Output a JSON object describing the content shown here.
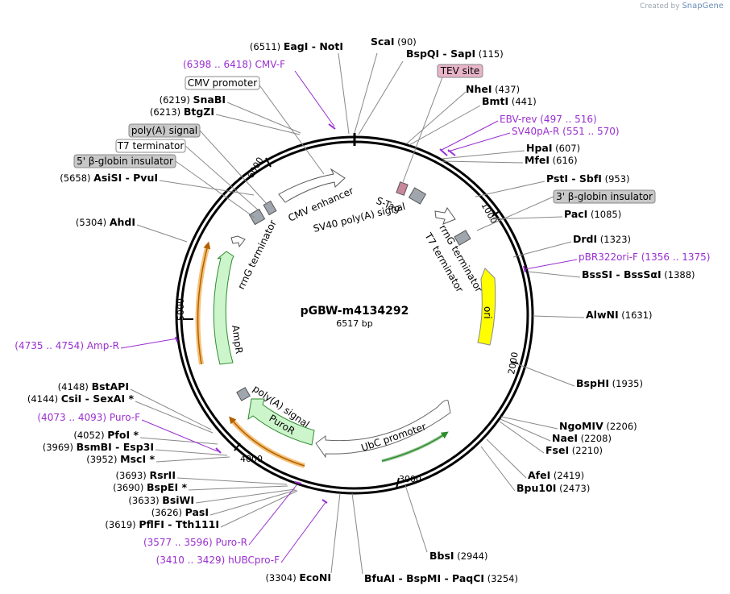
{
  "credit": {
    "prefix": "Created by",
    "brand": "SnapGene"
  },
  "plasmid": {
    "name": "pGBW-m4134292",
    "length_label": "6517 bp"
  },
  "ticks": [
    "1000",
    "2000",
    "3000",
    "4000",
    "5000",
    "6000"
  ],
  "sites_right": [
    {
      "pos": "(90)",
      "names": [
        "ScaI"
      ]
    },
    {
      "pos": "(115)",
      "names": [
        "BspQI",
        "SapI"
      ]
    },
    {
      "pos": "(437)",
      "names": [
        "NheI"
      ]
    },
    {
      "pos": "(441)",
      "names": [
        "BmtI"
      ]
    },
    {
      "pos": "(607)",
      "names": [
        "HpaI"
      ]
    },
    {
      "pos": "(616)",
      "names": [
        "MfeI"
      ]
    },
    {
      "pos": "(953)",
      "names": [
        "PstI",
        "SbfI"
      ]
    },
    {
      "pos": "(1085)",
      "names": [
        "PacI"
      ]
    },
    {
      "pos": "(1323)",
      "names": [
        "DrdI"
      ]
    },
    {
      "pos": "(1388)",
      "names": [
        "BssSI",
        "BssSαI"
      ]
    },
    {
      "pos": "(1631)",
      "names": [
        "AlwNI"
      ]
    },
    {
      "pos": "(1935)",
      "names": [
        "BspHI"
      ]
    },
    {
      "pos": "(2206)",
      "names": [
        "NgoMIV"
      ]
    },
    {
      "pos": "(2208)",
      "names": [
        "NaeI"
      ]
    },
    {
      "pos": "(2210)",
      "names": [
        "FseI"
      ]
    },
    {
      "pos": "(2419)",
      "names": [
        "AfeI"
      ]
    },
    {
      "pos": "(2473)",
      "names": [
        "Bpu10I"
      ]
    },
    {
      "pos": "(2944)",
      "names": [
        "BbsI"
      ]
    },
    {
      "pos": "(3254)",
      "names": [
        "BfuAI",
        "BspMI",
        "PaqCI"
      ]
    }
  ],
  "sites_left": [
    {
      "pos": "(6511)",
      "names": [
        "EagI",
        "NotI"
      ]
    },
    {
      "pos": "(6219)",
      "names": [
        "SnaBI"
      ]
    },
    {
      "pos": "(6213)",
      "names": [
        "BtgZI"
      ]
    },
    {
      "pos": "(5658)",
      "names": [
        "AsiSI",
        "PvuI"
      ]
    },
    {
      "pos": "(5304)",
      "names": [
        "AhdI"
      ]
    },
    {
      "pos": "(4148)",
      "names": [
        "BstAPI"
      ]
    },
    {
      "pos": "(4144)",
      "names": [
        "CsiI",
        "SexAI *"
      ]
    },
    {
      "pos": "(4052)",
      "names": [
        "PfoI *"
      ]
    },
    {
      "pos": "(3969)",
      "names": [
        "BsmBI",
        "Esp3I"
      ]
    },
    {
      "pos": "(3952)",
      "names": [
        "MscI *"
      ]
    },
    {
      "pos": "(3693)",
      "names": [
        "RsrII"
      ]
    },
    {
      "pos": "(3690)",
      "names": [
        "BspEI *"
      ]
    },
    {
      "pos": "(3633)",
      "names": [
        "BsiWI"
      ]
    },
    {
      "pos": "(3626)",
      "names": [
        "PasI"
      ]
    },
    {
      "pos": "(3619)",
      "names": [
        "PflFI",
        "Tth111I"
      ]
    },
    {
      "pos": "(3304)",
      "names": [
        "EcoNI"
      ]
    }
  ],
  "primers": [
    {
      "range": "(6398 .. 6418)",
      "name": "CMV-F",
      "side": "left"
    },
    {
      "range": "(497 .. 516)",
      "name": "EBV-rev",
      "side": "right"
    },
    {
      "range": "(551 .. 570)",
      "name": "SV40pA-R",
      "side": "right"
    },
    {
      "range": "(1356 .. 1375)",
      "name": "pBR322ori-F",
      "side": "right"
    },
    {
      "range": "(4735 .. 4754)",
      "name": "Amp-R",
      "side": "left"
    },
    {
      "range": "(4073 .. 4093)",
      "name": "Puro-F",
      "side": "left"
    },
    {
      "range": "(3577 .. 3596)",
      "name": "Puro-R",
      "side": "left"
    },
    {
      "range": "(3410 .. 3429)",
      "name": "hUBCpro-F",
      "side": "left"
    }
  ],
  "boxed_labels": [
    {
      "text": "CMV promoter",
      "fill": "#ffffff"
    },
    {
      "text": "poly(A) signal",
      "fill": "#c8c8c8"
    },
    {
      "text": "T7 terminator",
      "fill": "#ffffff"
    },
    {
      "text": "5' β-globin insulator",
      "fill": "#c8c8c8"
    },
    {
      "text": "TEV site",
      "fill": "#e8b4c8"
    },
    {
      "text": "3' β-globin insulator",
      "fill": "#c8c8c8"
    }
  ],
  "inner_labels": {
    "cmv_enhancer": "CMV enhancer",
    "stag": "S-Tag",
    "sv40": "SV40 poly(A) signal",
    "rrng_left": "rrnG terminator",
    "rrng_right": "rrnG terminator",
    "t7": "T7 terminator",
    "ori": "ori",
    "ampr": "AmpR",
    "polya": "poly(A) signal",
    "puror": "PuroR",
    "ubc": "UbC promoter"
  },
  "colors": {
    "primer": "#9a2fd0",
    "ori": "#ffff00",
    "ampr": "#ccf5cc",
    "puror": "#ccf5cc",
    "primer_bar": "#f0a030",
    "grey_box": "#a0a6ad",
    "tev": "#c8889c"
  }
}
